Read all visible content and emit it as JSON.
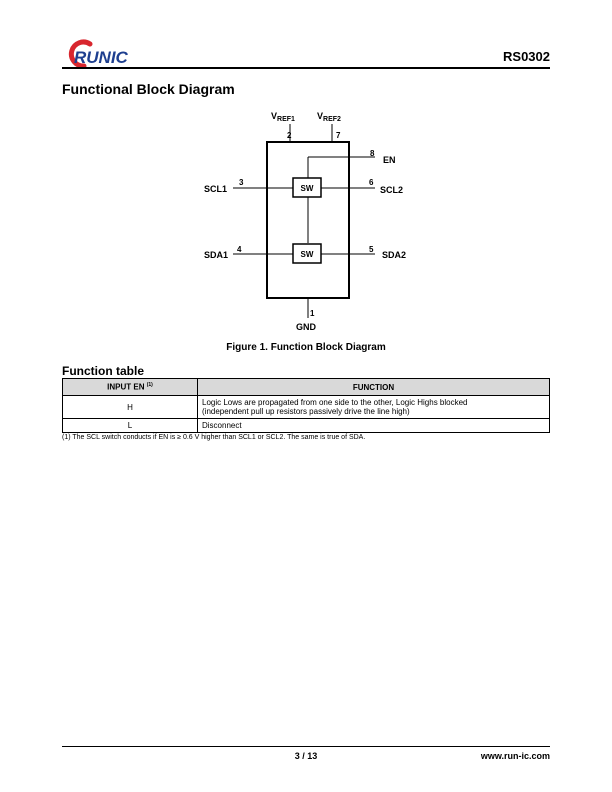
{
  "header": {
    "logo_text": "RUNIC",
    "part_number": "RS0302"
  },
  "section_title": "Functional Block Diagram",
  "diagram": {
    "vref1": {
      "main": "V",
      "sub": "REF1",
      "pin": "2"
    },
    "vref2": {
      "main": "V",
      "sub": "REF2",
      "pin": "7"
    },
    "en": {
      "label": "EN",
      "pin": "8"
    },
    "scl1": {
      "label": "SCL1",
      "pin": "3"
    },
    "scl2": {
      "label": "SCL2",
      "pin": "6"
    },
    "sda1": {
      "label": "SDA1",
      "pin": "4"
    },
    "sda2": {
      "label": "SDA2",
      "pin": "5"
    },
    "gnd": {
      "label": "GND",
      "pin": "1"
    },
    "switch_top": "SW",
    "switch_bottom": "SW"
  },
  "figure_caption": "Figure 1. Function Block Diagram",
  "function_table": {
    "title": "Function table",
    "header_input": "INPUT EN",
    "header_input_note": "(1)",
    "header_function": "FUNCTION",
    "rows": [
      {
        "input": "H",
        "function_line1": "Logic Lows are propagated from one side to the other, Logic Highs blocked",
        "function_line2": "(independent pull up resistors passively drive the line high)"
      },
      {
        "input": "L",
        "function_line1": "Disconnect"
      }
    ],
    "footnote": "(1) The SCL switch conducts if EN is ≥ 0.6 V higher than SCL1 or SCL2. The same is true of SDA."
  },
  "footer": {
    "page": "3 / 13",
    "website": "www.run-ic.com"
  },
  "colors": {
    "logo_red": "#d8262e",
    "logo_blue": "#1e3f8f",
    "table_header_bg": "#d9d9d9"
  }
}
